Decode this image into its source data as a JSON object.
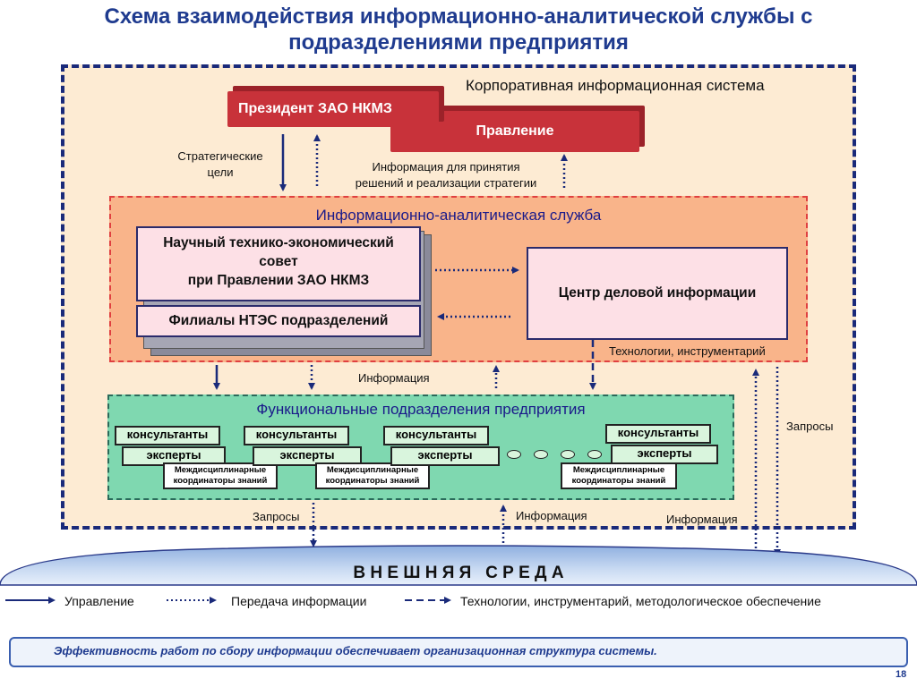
{
  "title": {
    "line1": "Схема взаимодействия информационно-аналитической службы с",
    "line2": "подразделениями предприятия"
  },
  "corporate_system": {
    "label": "Корпоративная информационная система"
  },
  "top_boxes": {
    "president": "Президент ЗАО НКМЗ",
    "board": "Правление"
  },
  "annotations": {
    "strategic_goals_l1": "Стратегические",
    "strategic_goals_l2": "цели",
    "decision_info_l1": "Информация для принятия",
    "decision_info_l2": "решений и реализации стратегии",
    "information_mid": "Информация",
    "technologies": "Технологии, инструментарий",
    "requests_right": "Запросы",
    "requests_bottom": "Запросы",
    "information_bottom": "Информация",
    "information_right": "Информация"
  },
  "analytical_service": {
    "label": "Информационно-аналитическая служба",
    "council_l1": "Научный технико-экономический",
    "council_l2": "совет",
    "council_l3": "при Правлении ЗАО НКМЗ",
    "branches": "Филиалы НТЭС подразделений",
    "business_center": "Центр деловой информации"
  },
  "functional_units": {
    "label": "Функциональные подразделения предприятия",
    "groups": [
      {
        "consultants": "консультанты",
        "experts": "эксперты",
        "coord_l1": "Междисциплинарные",
        "coord_l2": "координаторы знаний"
      },
      {
        "consultants": "консультанты",
        "experts": "эксперты",
        "coord_l1": "Междисциплинарные",
        "coord_l2": "координаторы знаний"
      },
      {
        "consultants": "консультанты",
        "experts": "эксперты"
      },
      {
        "consultants": "консультанты",
        "experts": "эксперты",
        "coord_l1": "Междисциплинарные",
        "coord_l2": "координаторы знаний"
      }
    ]
  },
  "external_env": {
    "label": "В Н Е Ш Н Я Я   С Р Е Д А"
  },
  "legend": {
    "control": "Управление",
    "info_transfer": "Передача информации",
    "technologies": "Технологии, инструментарий, методологическое обеспечение"
  },
  "footer": {
    "text": "Эффективность работ по сбору информации обеспечивает организационная структура системы."
  },
  "page_number": "18",
  "colors": {
    "title": "#1f3b8f",
    "red_box": "#c8323a",
    "corporate_bg": "#fdebd3",
    "service_bg": "#f9b48a",
    "functional_bg": "#7fd8b0",
    "arrow": "#1a2a7a"
  }
}
